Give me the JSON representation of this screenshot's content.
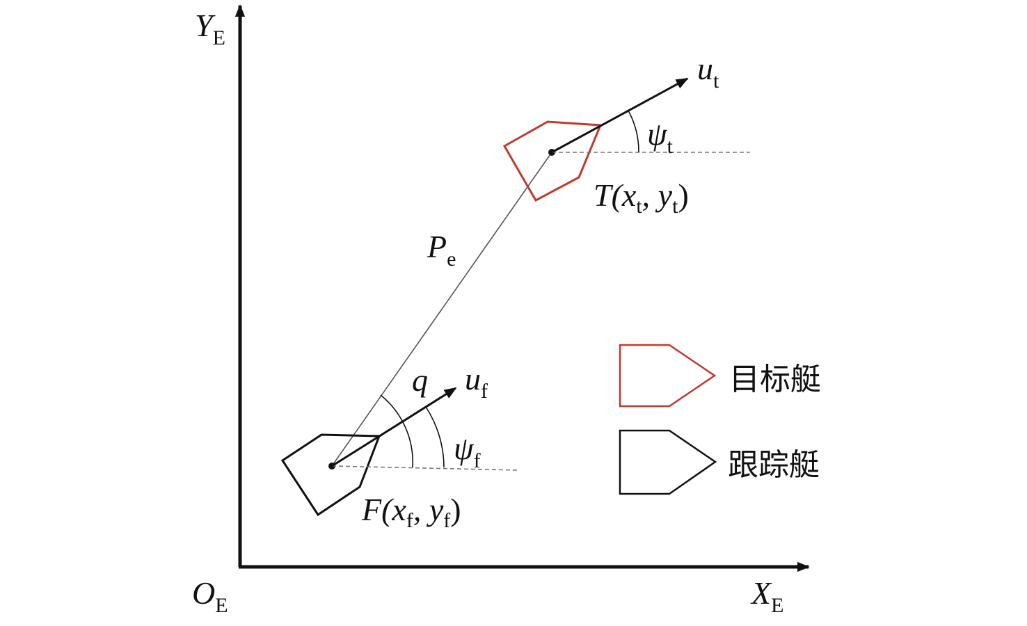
{
  "axes": {
    "y_label": "Y",
    "y_sub": "E",
    "x_label": "X",
    "x_sub": "E",
    "origin_label": "O",
    "origin_sub": "E"
  },
  "target": {
    "velocity_label": "u",
    "velocity_sub": "t",
    "heading_label": "ψ",
    "heading_sub": "t",
    "pos_name": "T(x",
    "pos_sub1": "t",
    "pos_mid": ", y",
    "pos_sub2": "t",
    "pos_end": ")"
  },
  "follower": {
    "velocity_label": "u",
    "velocity_sub": "f",
    "heading_label": "ψ",
    "heading_sub": "f",
    "pos_name": "F(x",
    "pos_sub1": "f",
    "pos_mid": ", y",
    "pos_sub2": "f",
    "pos_end": ")"
  },
  "relative": {
    "distance_label": "P",
    "distance_sub": "e",
    "los_angle_label": "q"
  },
  "legend": {
    "target_boat": "目标艇",
    "tracking_boat": "跟踪艇"
  },
  "colors": {
    "target": "#c0392b",
    "follower": "#111111"
  }
}
